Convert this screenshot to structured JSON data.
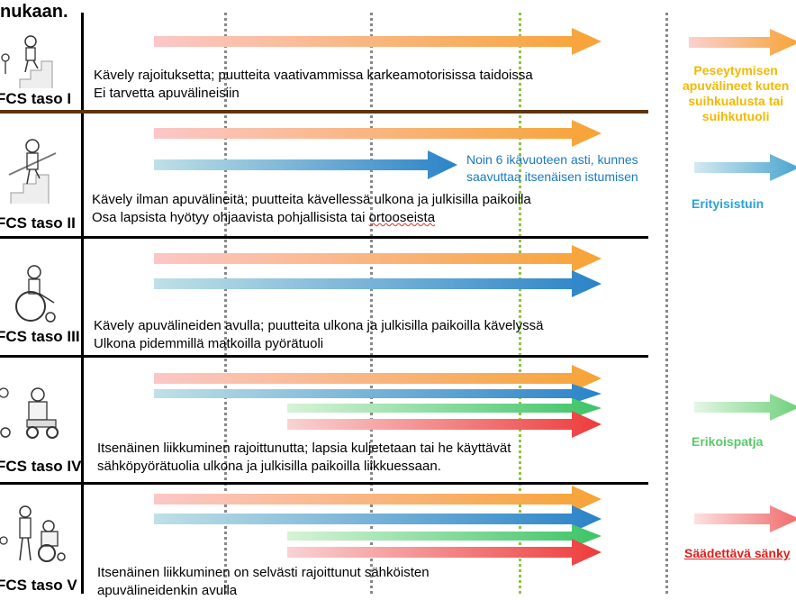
{
  "title": "nukaan.",
  "levels": [
    {
      "label": "FCS taso I",
      "desc1": "Kävely rajoituksetta; puutteita vaativammissa karkeamotorisissa taidoissa",
      "desc2": "Ei tarvetta apuvälineisiin"
    },
    {
      "label": "FCS taso II",
      "desc1": "Kävely ilman apuvälineitä; puutteita kävellessä ulkona ja julkisilla paikoilla",
      "desc2a": "Osa lapsista hyötyy ohjaavista pohjallisista tai ",
      "desc2b": "ortooseista"
    },
    {
      "label": "FCS taso III",
      "desc1": "Kävely apuvälineiden avulla; puutteita ulkona ja julkisilla paikoilla kävelyssä",
      "desc2": "Ulkona pidemmillä matkoilla pyörätuoli"
    },
    {
      "label": "FCS taso IV",
      "desc1": "Itsenäinen liikkuminen rajoittunutta; lapsia kuljetetaan tai he käyttävät",
      "desc2": "sähköpyörätuolia ulkona ja julkisilla paikoilla liikkuessaan."
    },
    {
      "label": "FCS taso V",
      "desc1": "Itsenäinen liikkuminen on  selvästi rajoittunut sähköisten",
      "desc2": "apuvälineidenkin avulla"
    }
  ],
  "note": {
    "line1": "Noin 6 ikävuoteen asti, kunnes",
    "line2": "saavuttaa itsenäisen istumisen"
  },
  "side_labels": {
    "bathing1": "Peseytymisen",
    "bathing2": "apuvälineet kuten",
    "bathing3": "suihkualusta tai",
    "bathing4": "suihkutuoli",
    "seat": "Erityisistuin",
    "bed": "Erikoispatja",
    "adjustable": "Säädettävä sänky"
  },
  "colors": {
    "orange": "#f7a335",
    "blue": "#2a83c8",
    "green": "#3cc466",
    "red": "#ee3b3b",
    "bathing_text": "#f5b800",
    "seat_text": "#2aa3d8",
    "bed_text": "#5cc86a",
    "adjustable_text": "#e0201c",
    "divider_brown": "#5a3510",
    "dotted_gray": "#888888",
    "dotted_green": "#8cc63f"
  }
}
